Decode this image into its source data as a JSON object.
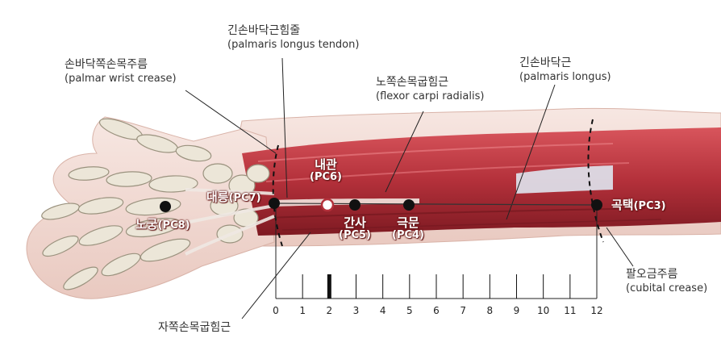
{
  "labels": {
    "palmar_wrist_crease": {
      "ko": "손바닥쪽손목주름",
      "en": "(palmar wrist crease)"
    },
    "palmaris_longus_tendon": {
      "ko": "긴손바닥근힘줄",
      "en": "(palmaris longus tendon)"
    },
    "flexor_carpi_radialis": {
      "ko": "노쪽손목굽힘근",
      "en": "(flexor carpi radialis)"
    },
    "palmaris_longus": {
      "ko": "긴손바닥근",
      "en": "(palmaris longus)"
    },
    "flexor_carpi_ulnaris": {
      "ko": "자쪽손목굽힘근"
    },
    "cubital_crease": {
      "ko": "팔오금주름",
      "en": "(cubital crease)"
    }
  },
  "points": {
    "naegwan": {
      "name": "내관",
      "code": "(PC6)"
    },
    "gansa": {
      "name": "간사",
      "code": "(PC5)"
    },
    "geungmun": {
      "name": "극문",
      "code": "(PC4)"
    },
    "daereung": {
      "name": "대릉",
      "code": "(PC7)"
    },
    "nogung": {
      "name": "노궁",
      "code": "(PC8)"
    },
    "goktaek": {
      "name": "곡택",
      "code": "(PC3)"
    }
  },
  "scale": {
    "ticks": [
      "0",
      "1",
      "2",
      "3",
      "4",
      "5",
      "6",
      "7",
      "8",
      "9",
      "10",
      "11",
      "12"
    ],
    "highlighted_tick": 2
  },
  "colors": {
    "muscle": "#b8323a",
    "muscle_dark": "#8e1f26",
    "bone": "#ece6d8",
    "bone_edge": "#9a927e",
    "skin": "#f4ddd6",
    "point": "#111111"
  }
}
